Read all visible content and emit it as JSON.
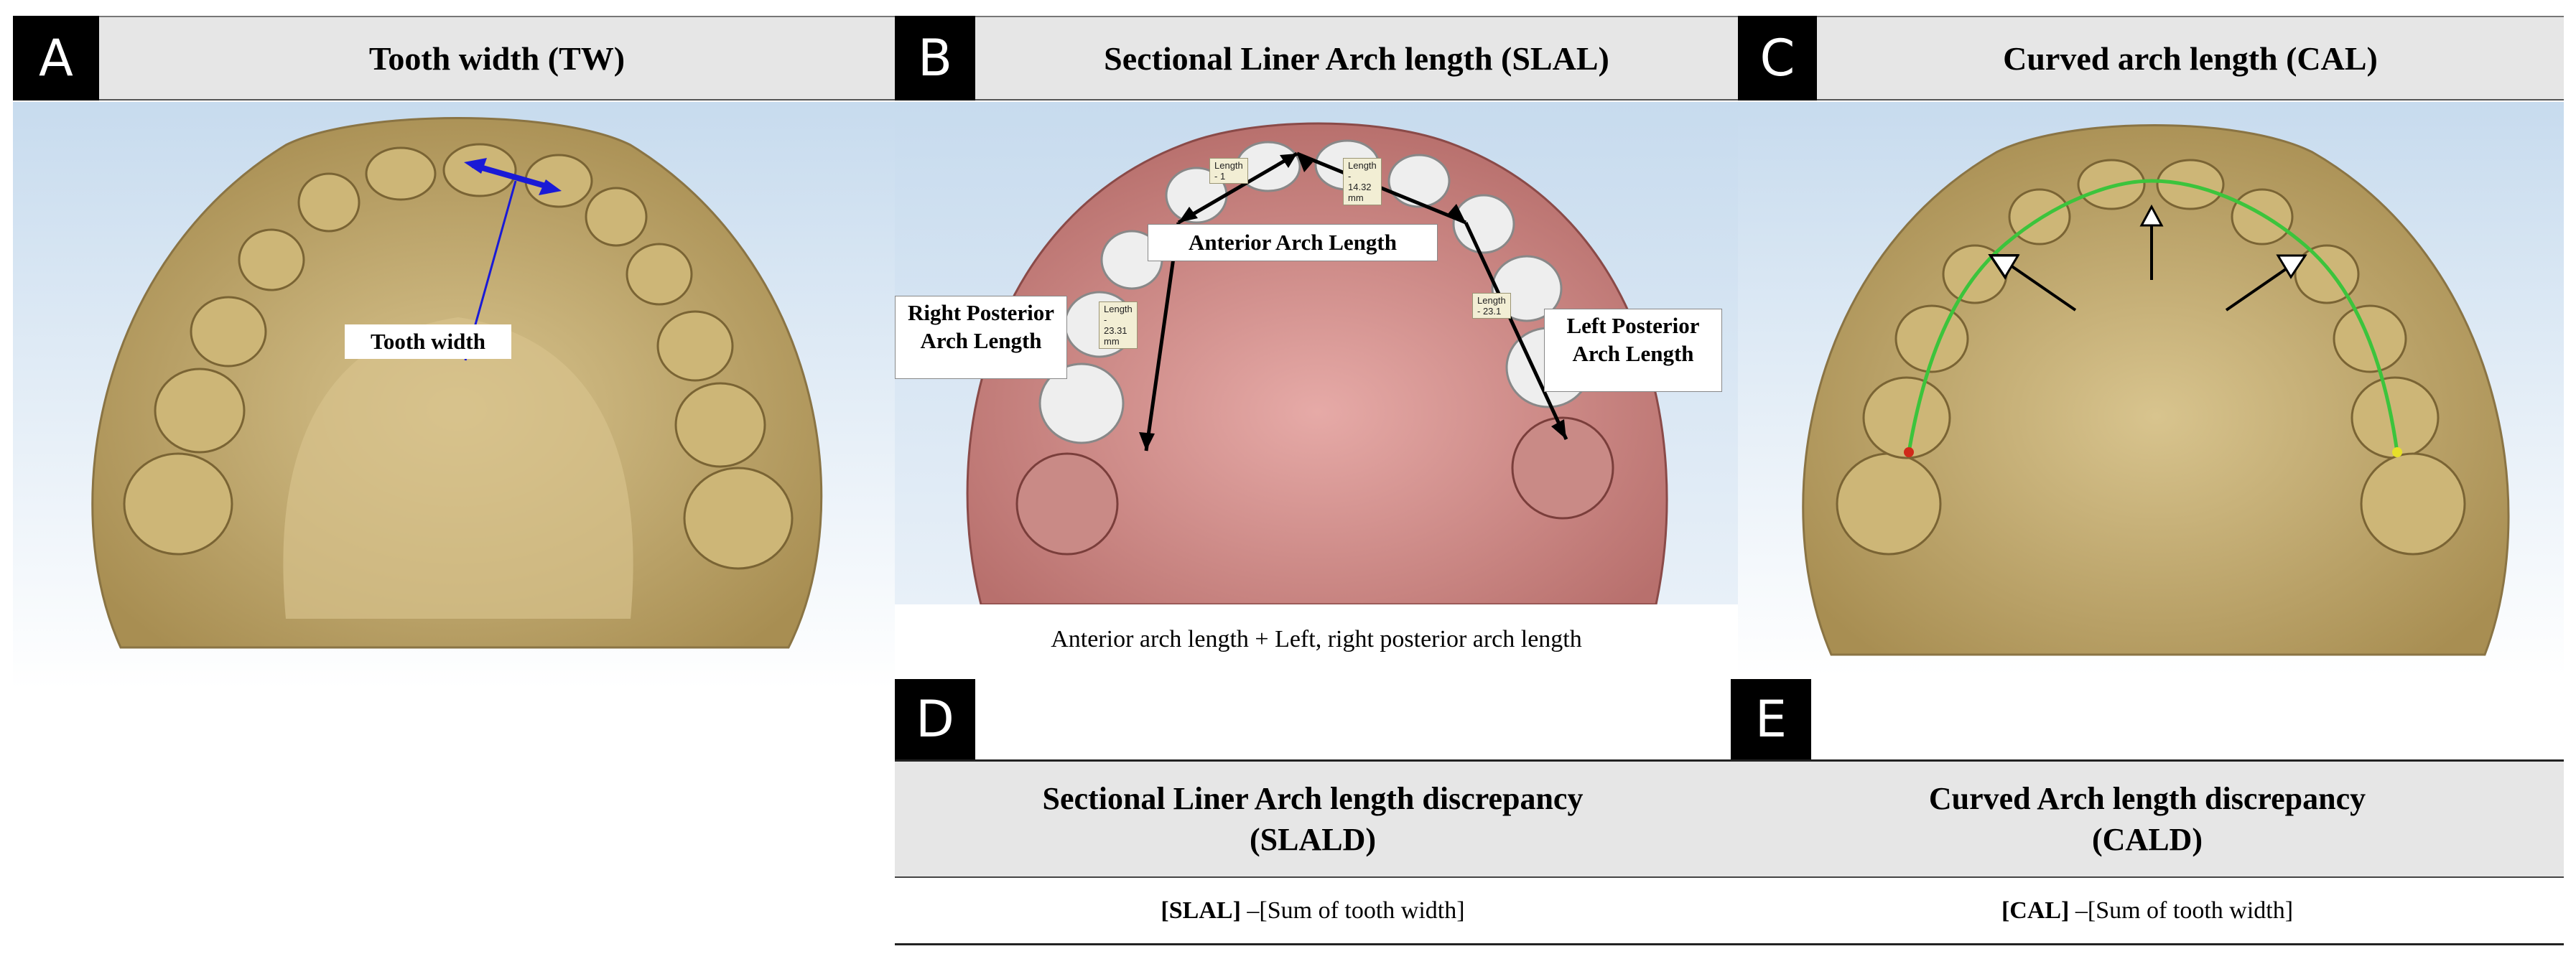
{
  "panels": {
    "a": {
      "letter": "A",
      "title": "Tooth width (TW)",
      "annotation": "Tooth width"
    },
    "b": {
      "letter": "B",
      "title": "Sectional Liner Arch length (SLAL)",
      "anterior_label": "Anterior Arch Length",
      "right_label": "Right Posterior Arch Length",
      "left_label": "Left Posterior Arch Length",
      "meas_1": "Length - 1",
      "meas_2": "Length - 14.32 mm",
      "meas_3": "Length - 23.31 mm",
      "meas_4": "Length - 23.1",
      "caption": "Anterior arch length + Left, right posterior arch length"
    },
    "c": {
      "letter": "C",
      "title": "Curved arch length (CAL)"
    },
    "d": {
      "letter": "D",
      "title_line1": "Sectional Liner Arch length discrepancy",
      "title_line2": "(SLALD)",
      "formula_bold": "[SLAL]",
      "formula_rest": " –[Sum of tooth width]"
    },
    "e": {
      "letter": "E",
      "title_line1": "Curved Arch length discrepancy",
      "title_line2": "(CALD)",
      "formula_bold": "[CAL]",
      "formula_rest": " –[Sum of tooth width]"
    }
  },
  "colors": {
    "cast_gold": "#c9b27a",
    "cast_pink": "#d99a9a",
    "sky": "#cfe0f0",
    "arrow_blue": "#1a1ad6",
    "line_green": "#3cc43c"
  }
}
